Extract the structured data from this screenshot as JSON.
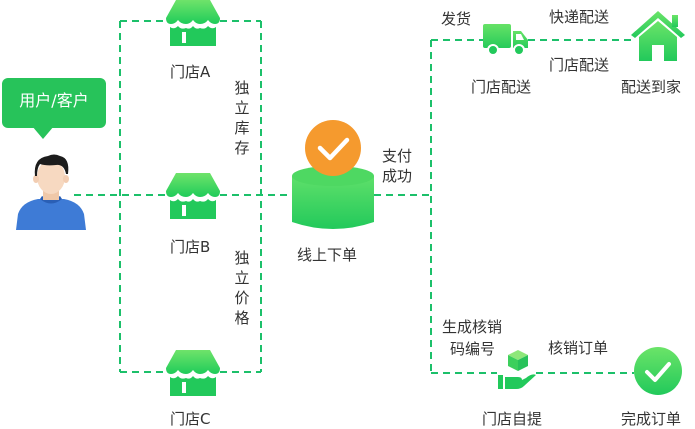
{
  "colors": {
    "green": "#1fc15e",
    "line": "#1cc06a",
    "orange": "#f5a033",
    "text": "#333333"
  },
  "user": {
    "bubble_label": "用户/客户",
    "icon": "user-avatar-icon"
  },
  "stores": [
    {
      "label": "门店A",
      "icon": "store-icon"
    },
    {
      "label": "门店B",
      "icon": "store-icon"
    },
    {
      "label": "门店C",
      "icon": "store-icon"
    }
  ],
  "store_notes": {
    "inventory": "独立库存",
    "price": "独立价格"
  },
  "order": {
    "label": "线上下单",
    "payment": "支付成功",
    "icon": "order-check-icon"
  },
  "delivery": {
    "ship_label": "发货",
    "express_label": "快递配送",
    "store_delivery_line": "门店配送",
    "truck_caption": "门店配送",
    "home_caption": "配送到家"
  },
  "pickup": {
    "code_label": "生成核销码编号",
    "code_label_line1": "生成核销",
    "code_label_line2": "码编号",
    "verify_label": "核销订单",
    "pickup_caption": "门店自提",
    "complete_caption": "完成订单"
  }
}
